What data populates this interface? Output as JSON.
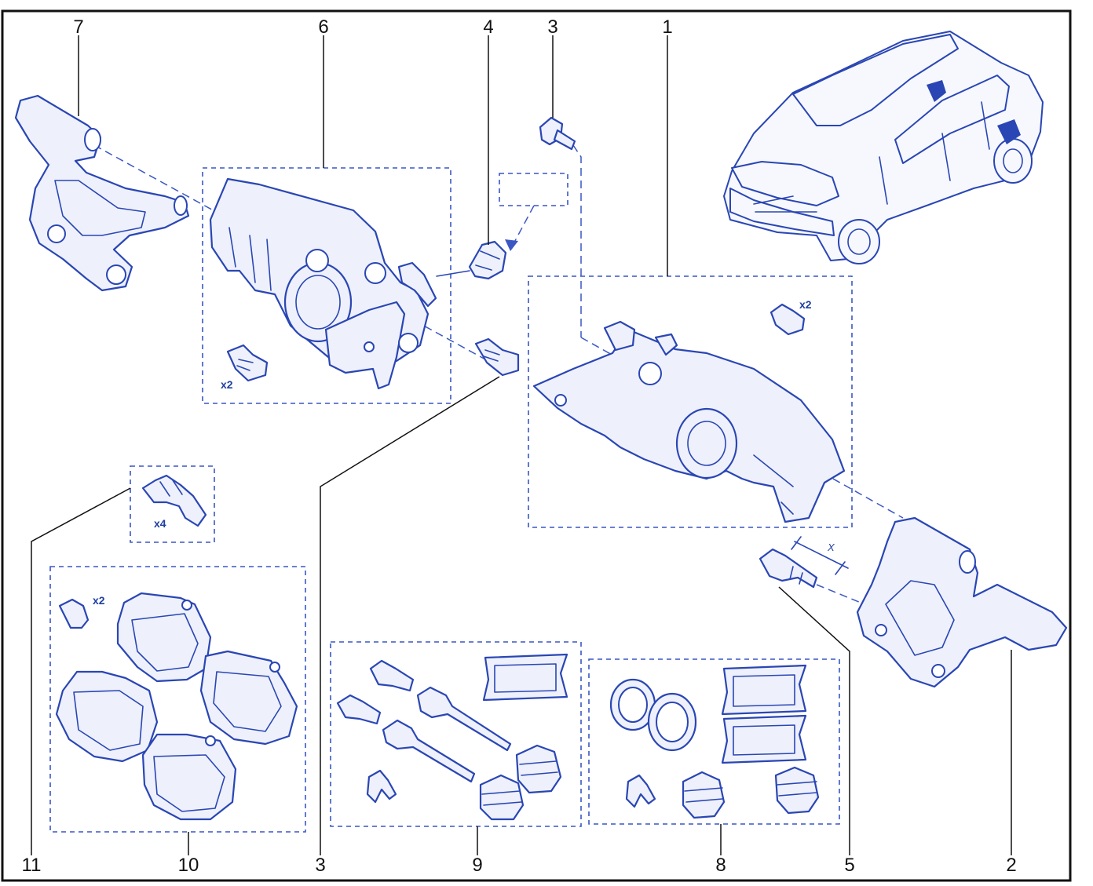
{
  "callouts": {
    "c7": "7",
    "c6": "6",
    "c4": "4",
    "c3_top": "3",
    "c1": "1",
    "c11": "11",
    "c10": "10",
    "c3_bottom": "3",
    "c9": "9",
    "c8": "8",
    "c5": "5",
    "c2": "2"
  },
  "quantities": {
    "caliper_bolt": "x2",
    "bracket_bolt": "x2",
    "pad_clip": "x4",
    "pad_screw": "x2"
  },
  "dimension_label": "X",
  "colors": {
    "line": "#2a46b4",
    "fill": "#eef1fb",
    "frame": "#111111"
  }
}
